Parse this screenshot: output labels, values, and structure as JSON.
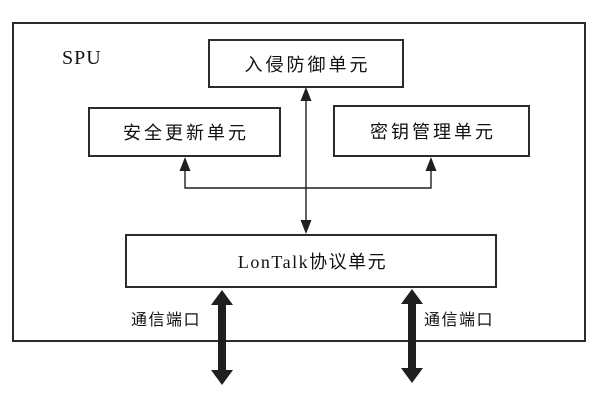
{
  "diagram": {
    "container_label": "SPU",
    "nodes": {
      "intrusion_prevention": {
        "label": "入侵防御单元"
      },
      "security_update": {
        "label": "安全更新单元"
      },
      "key_management": {
        "label": "密钥管理单元"
      },
      "lontalk_protocol": {
        "label": "LonTalk协议单元"
      }
    },
    "port_labels": {
      "left": "通信端口",
      "right": "通信端口"
    },
    "connections": [
      {
        "from": "lontalk_protocol",
        "to": "intrusion_prevention",
        "style": "thin",
        "arrows": "both"
      },
      {
        "from": "lontalk_protocol",
        "to": "security_update",
        "style": "thin",
        "arrows": "to"
      },
      {
        "from": "lontalk_protocol",
        "to": "key_management",
        "style": "thin",
        "arrows": "to"
      },
      {
        "from": "lontalk_protocol",
        "to": "comm_port_left",
        "style": "thick",
        "arrows": "both"
      },
      {
        "from": "lontalk_protocol",
        "to": "comm_port_right",
        "style": "thick",
        "arrows": "both"
      }
    ],
    "colors": {
      "line": "#1f1f1f",
      "box_border": "#2b2b2b",
      "box_fill": "#ffffff",
      "background": "#ffffff",
      "text": "#111111"
    }
  }
}
